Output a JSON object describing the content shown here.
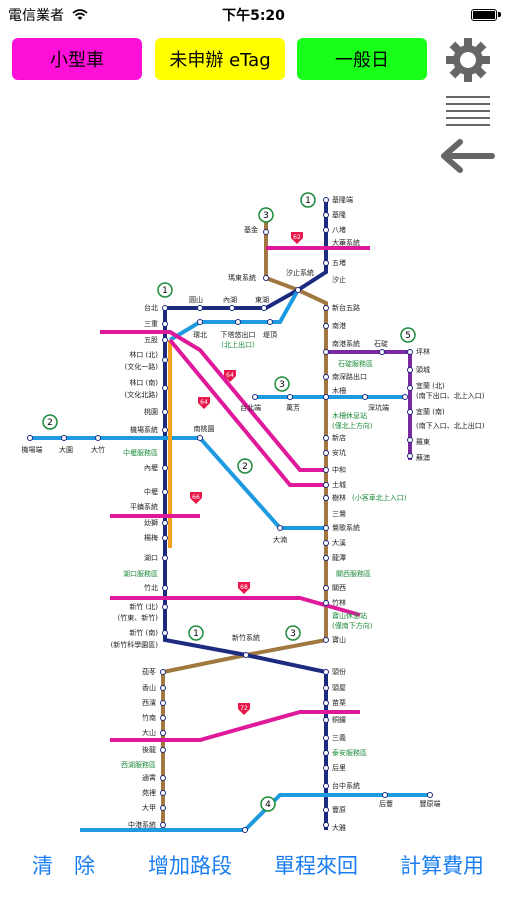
{
  "status_bar": {
    "carrier": "電信業者",
    "time": "下午5:20"
  },
  "toolbar": {
    "car_type": "小型車",
    "etag": "未申辦 eTag",
    "day_type": "一般日"
  },
  "icons": {
    "settings": "gear-icon",
    "list": "list-icon",
    "back": "back-arrow-icon"
  },
  "bottom_bar": {
    "clear": "清　除",
    "add_segment": "增加路段",
    "round_trip": "單程來回",
    "calculate": "計算費用"
  },
  "map": {
    "route_badges": [
      "1",
      "3",
      "1",
      "3",
      "2",
      "5",
      "2",
      "1",
      "3",
      "4"
    ],
    "highway_badges": [
      "62",
      "64",
      "66",
      "68",
      "72"
    ],
    "stations": {
      "keelung_end": "基隆端",
      "keelung": "基隆",
      "badu": "八堵",
      "dahua": "大華系統",
      "wudu": "五堵",
      "xizhi": "汐止",
      "xizhi_sys": "汐止系統",
      "jijin": "基金",
      "maliao": "瑪東系統",
      "xinwugu": "新台五路",
      "nangang": "南港",
      "nangang_sys": "南港系統",
      "shiding": "石碇",
      "shiding_service": "石碇服務區",
      "pinglin": "坪林",
      "toucheng": "頭城",
      "yilan_n": "宜蘭 (北)",
      "yilan_n_note": "(南下出口、北上入口)",
      "yilan_s": "宜蘭 (南)",
      "yilan_s_note": "(南下入口、北上出口)",
      "luodong": "羅東",
      "suao": "蘇澳",
      "nangangrd": "南深路出口",
      "muzha": "木柵",
      "muzha_rest": "木柵休息站",
      "muzha_rest_note": "(僅北上方向)",
      "shenkeng": "深坑端",
      "taipei_end": "台北端",
      "wanfang": "萬芳",
      "xindian": "新店",
      "ankeng": "安坑",
      "zhonghe": "中和",
      "tucheng": "土城",
      "shulin": "樹林",
      "shulin_note": "(小客車北上入口)",
      "sanying": "三鶯",
      "yingge_sys": "鶯歌系統",
      "daxi": "大溪",
      "longtan": "龍潭",
      "guanxi_service": "關西服務區",
      "guanxi": "關西",
      "zhulin": "竹林",
      "baoshan_rest": "寶山休息站",
      "baoshan_note": "(僅南下方向)",
      "baoshan": "寶山",
      "taipei": "台北",
      "sanchong": "三重",
      "wugu": "五股",
      "linkou_n": "林口 (北)",
      "linkou_n_note": "(文化一路)",
      "linkou_s": "林口 (南)",
      "linkou_s_note": "(文化北路)",
      "taoyuan": "桃園",
      "airport_sys": "機場系統",
      "zhongli_service": "中壢服務區",
      "neili": "內壢",
      "zhongli": "中壢",
      "pingzhen_sys": "平鎮系統",
      "youshi": "幼獅",
      "yangmei": "楊梅",
      "hukou": "湖口",
      "hukou_service": "湖口服務區",
      "zhubei": "竹北",
      "hsinchu_n": "新竹 (北)",
      "hsinchu_n_note": "(竹東、新竹)",
      "hsinchu_s": "新竹 (南)",
      "hsinchu_s_note": "(新竹科學園區)",
      "yuanshan": "圓山",
      "neihu": "內湖",
      "donghu": "東湖",
      "huanbei": "環北",
      "xiapeiyuan": "下塔悠出口",
      "xiapeiyuan_note": "(北上出口)",
      "dingpu": "堤頂",
      "south_taoyuan": "南桃園",
      "airport_end": "機場端",
      "dayuan": "大園",
      "dazhu": "大竹",
      "dazhi2": "大湳",
      "hsinchu_sys": "新竹系統",
      "qiaotou": "茄苳",
      "xiangshan": "香山",
      "xibin": "西濱",
      "zhunan": "竹南",
      "dashan": "大山",
      "houlong": "後龍",
      "xihu_service": "西湖服務區",
      "tongxiao": "通霄",
      "yuanli": "苑裡",
      "dajia": "大甲",
      "zhonggang_sys": "中港系統",
      "toufen": "頭份",
      "touwu": "頭屋",
      "miaoli": "苗栗",
      "tongluo": "銅鑼",
      "sanyi": "三義",
      "taian_service": "泰安服務區",
      "houli": "后里",
      "taizhong_sys": "台中系統",
      "fengyuan": "豐原",
      "houfeng": "后豐",
      "fengyuan_end": "豐原端",
      "daya": "大雅"
    }
  }
}
